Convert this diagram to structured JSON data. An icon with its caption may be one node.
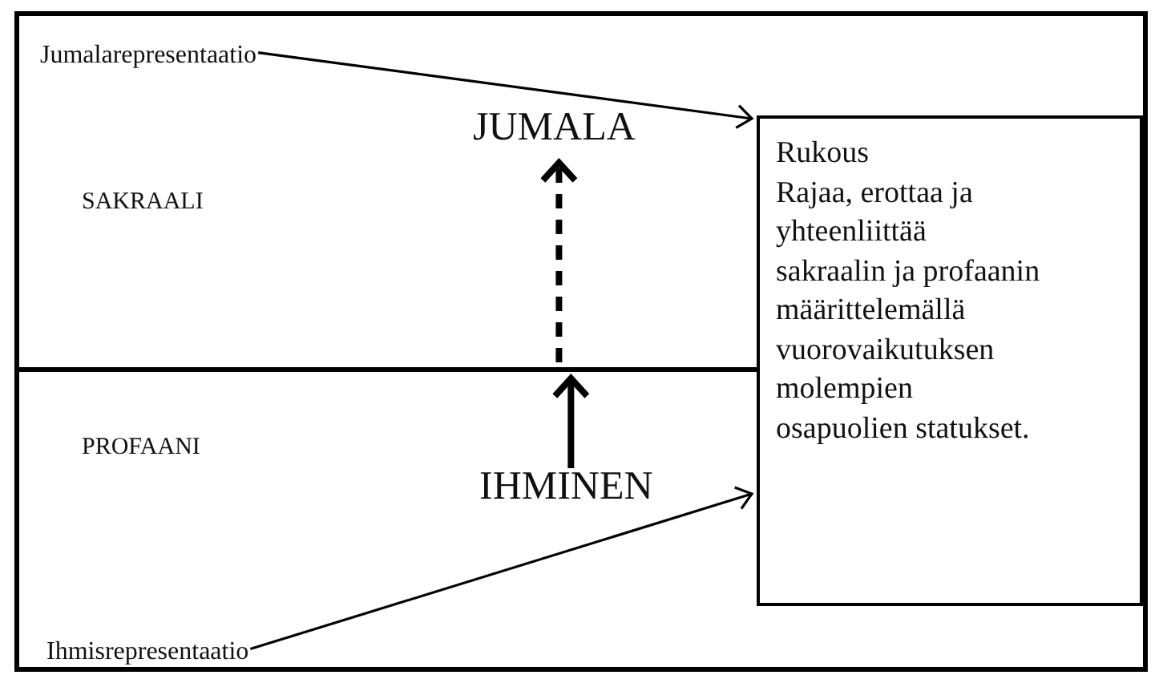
{
  "diagram": {
    "nodes": [
      {
        "text": [
          "SAKRAALI"
        ]
      },
      {
        "text": [
          "PROFAANI"
        ]
      },
      {
        "text": [
          "Jumalarepresentaatio"
        ],
        "in": 0
      },
      {
        "text": [
          "JUMALA"
        ],
        "in": 0
      },
      {
        "text": [
          "IHMINEN"
        ],
        "in": 1
      },
      {
        "text": [
          "Ihmisrepresentaatio"
        ],
        "in": 1
      },
      {
        "text": [
          "Rukous",
          "Rajaa, erottaa ja yhteenliittää sakraalin ja profaanin määrittelemällä vuorovaikutuksen molempien osapuolien statukset."
        ]
      }
    ],
    "edges": [
      {
        "from": 2,
        "to": 6,
        "arrow": "to"
      },
      {
        "from": 4,
        "to": 0,
        "arrow": "to",
        "style": "thick"
      },
      {
        "from": 1,
        "to": 3,
        "arrow": "to",
        "style": "dashed"
      },
      {
        "from": 5,
        "to": 6,
        "arrow": "to"
      }
    ]
  }
}
